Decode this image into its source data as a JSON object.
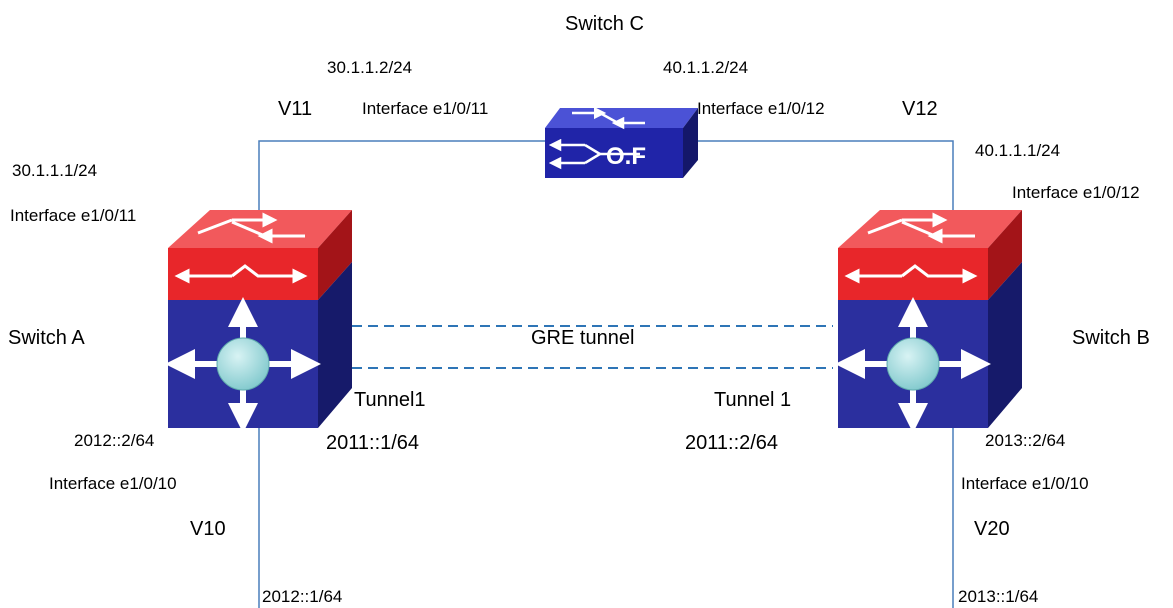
{
  "switch_c": {
    "name": "Switch C",
    "left_ip": "30.1.1.2/24",
    "right_ip": "40.1.1.2/24",
    "left_interface": "Interface e1/0/11",
    "right_interface": "Interface e1/0/12",
    "logo": "O.F"
  },
  "switch_a": {
    "name": "Switch A",
    "upper_ip": "30.1.1.1/24",
    "upper_interface": "Interface e1/0/11",
    "tunnel_name": "Tunnel1",
    "tunnel_ip": "2011::1/64",
    "lower_ip": "2012::2/64",
    "lower_interface": "Interface e1/0/10",
    "host_ip": "2012::1/64"
  },
  "switch_b": {
    "name": "Switch B",
    "upper_ip": "40.1.1.1/24",
    "upper_interface": "Interface e1/0/12",
    "tunnel_name": "Tunnel 1",
    "tunnel_ip": "2011::2/64",
    "lower_ip": "2013::2/64",
    "lower_interface": "Interface e1/0/10",
    "host_ip": "2013::1/64"
  },
  "vlans": {
    "v11": "V11",
    "v12": "V12",
    "v10": "V10",
    "v20": "V20"
  },
  "tunnel_label": "GRE tunnel",
  "colors": {
    "link": "#4a7ebb",
    "tunnel": "#2e75b6",
    "switch_red_top": "#e8262a",
    "switch_red_side": "#a31418",
    "switch_blue_front": "#2b2f9e",
    "switch_blue_side": "#161a6a",
    "globe": "#a3dde0",
    "switch_c_blue": "#2024a8"
  }
}
